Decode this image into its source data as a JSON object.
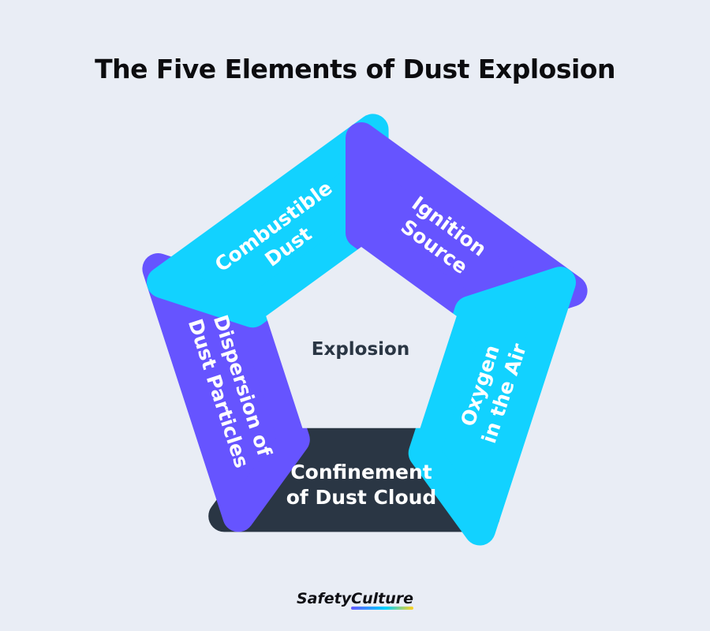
{
  "title": "The Five Elements of Dust Explosion",
  "center": "Explosion",
  "elements": [
    {
      "id": "combustible-dust",
      "lines": [
        "Combustible",
        "Dust"
      ],
      "color": "#12d2ff"
    },
    {
      "id": "ignition-source",
      "lines": [
        "Ignition",
        "Source"
      ],
      "color": "#6654ff"
    },
    {
      "id": "oxygen-in-the-air",
      "lines": [
        "Oxygen",
        "in the Air"
      ],
      "color": "#12d2ff"
    },
    {
      "id": "confinement-of-dust-cloud",
      "lines": [
        "Confinement",
        "of Dust Cloud"
      ],
      "color": "#2a3644"
    },
    {
      "id": "dispersion-of-dust-particles",
      "lines": [
        "Dispersion of",
        "Dust Particles"
      ],
      "color": "#6654ff"
    }
  ],
  "brand": {
    "part1": "Safety",
    "part2": "Culture"
  }
}
